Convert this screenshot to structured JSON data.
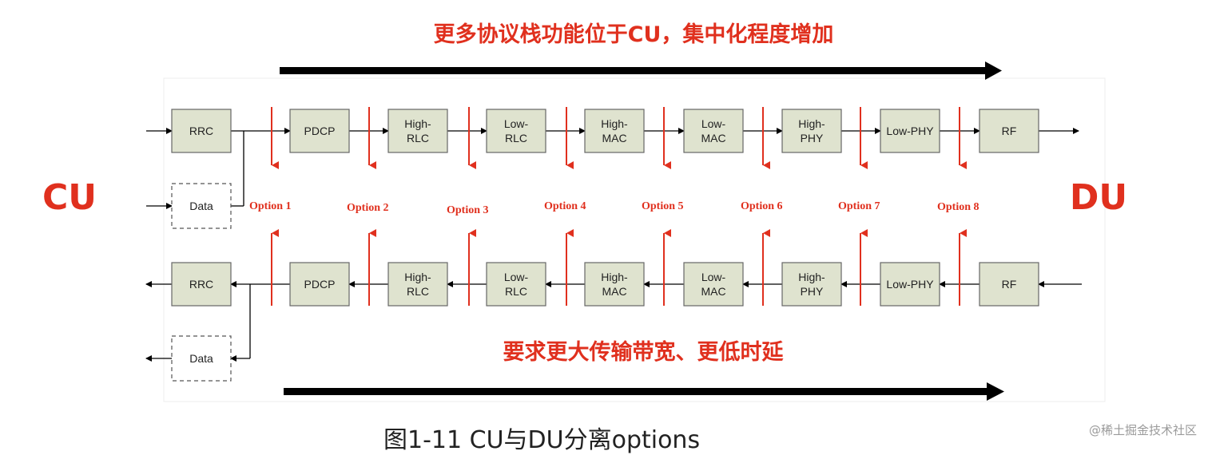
{
  "top_note": "更多协议栈功能位于CU，集中化程度增加",
  "bottom_note": "要求更大传输带宽、更低时延",
  "left_label": "CU",
  "right_label": "DU",
  "caption": "图1-11 CU与DU分离options",
  "watermark": "@稀土掘金技术社区",
  "colors": {
    "accent_red": "#e0301e",
    "block_fill": "#dfe3cf",
    "block_stroke": "#666666"
  },
  "top_row": {
    "rrc": [
      "RRC"
    ],
    "data": [
      "Data"
    ],
    "blocks": [
      {
        "lines": [
          "PDCP"
        ]
      },
      {
        "lines": [
          "High-",
          "RLC"
        ]
      },
      {
        "lines": [
          "Low-",
          "RLC"
        ]
      },
      {
        "lines": [
          "High-",
          "MAC"
        ]
      },
      {
        "lines": [
          "Low-",
          "MAC"
        ]
      },
      {
        "lines": [
          "High-",
          "PHY"
        ]
      },
      {
        "lines": [
          "Low-PHY"
        ]
      },
      {
        "lines": [
          "RF"
        ]
      }
    ]
  },
  "bottom_row": {
    "rrc": [
      "RRC"
    ],
    "data": [
      "Data"
    ],
    "blocks": [
      {
        "lines": [
          "PDCP"
        ]
      },
      {
        "lines": [
          "High-",
          "RLC"
        ]
      },
      {
        "lines": [
          "Low-",
          "RLC"
        ]
      },
      {
        "lines": [
          "High-",
          "MAC"
        ]
      },
      {
        "lines": [
          "Low-",
          "MAC"
        ]
      },
      {
        "lines": [
          "High-",
          "PHY"
        ]
      },
      {
        "lines": [
          "Low-PHY"
        ]
      },
      {
        "lines": [
          "RF"
        ]
      }
    ]
  },
  "options": [
    "Option 1",
    "Option 2",
    "Option 3",
    "Option 4",
    "Option 5",
    "Option 6",
    "Option 7",
    "Option 8"
  ]
}
